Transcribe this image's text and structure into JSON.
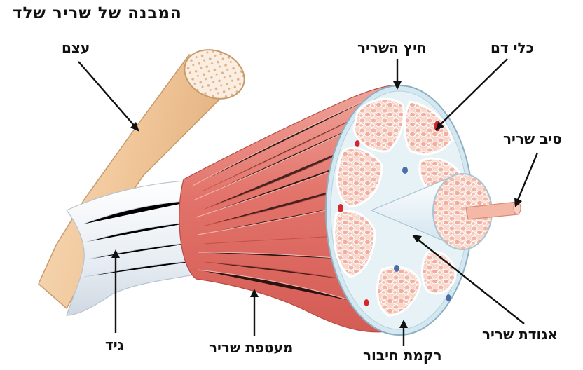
{
  "title": "המבנה של שריר שלד",
  "labels": {
    "bone": "עצם",
    "tendon": "גיד",
    "epimysium": "מעטפת שריר",
    "perimysium": "חיץ השריר",
    "blood_vessel": "כלי דם",
    "muscle_fiber": "סיב שריר",
    "fascicle": "אגודת שריר",
    "connective_tissue": "רקמת חיבור"
  },
  "colors": {
    "bone": "#f4d3ad",
    "tendon": "#eef2f6",
    "muscle": "#e06a62",
    "muscle_highlight": "#f3a89e",
    "fascicle_fill": "#f6cfc4",
    "connective": "#dfeef5",
    "vessel": "#d7262b",
    "vessel_blue": "#4a6ea8"
  }
}
